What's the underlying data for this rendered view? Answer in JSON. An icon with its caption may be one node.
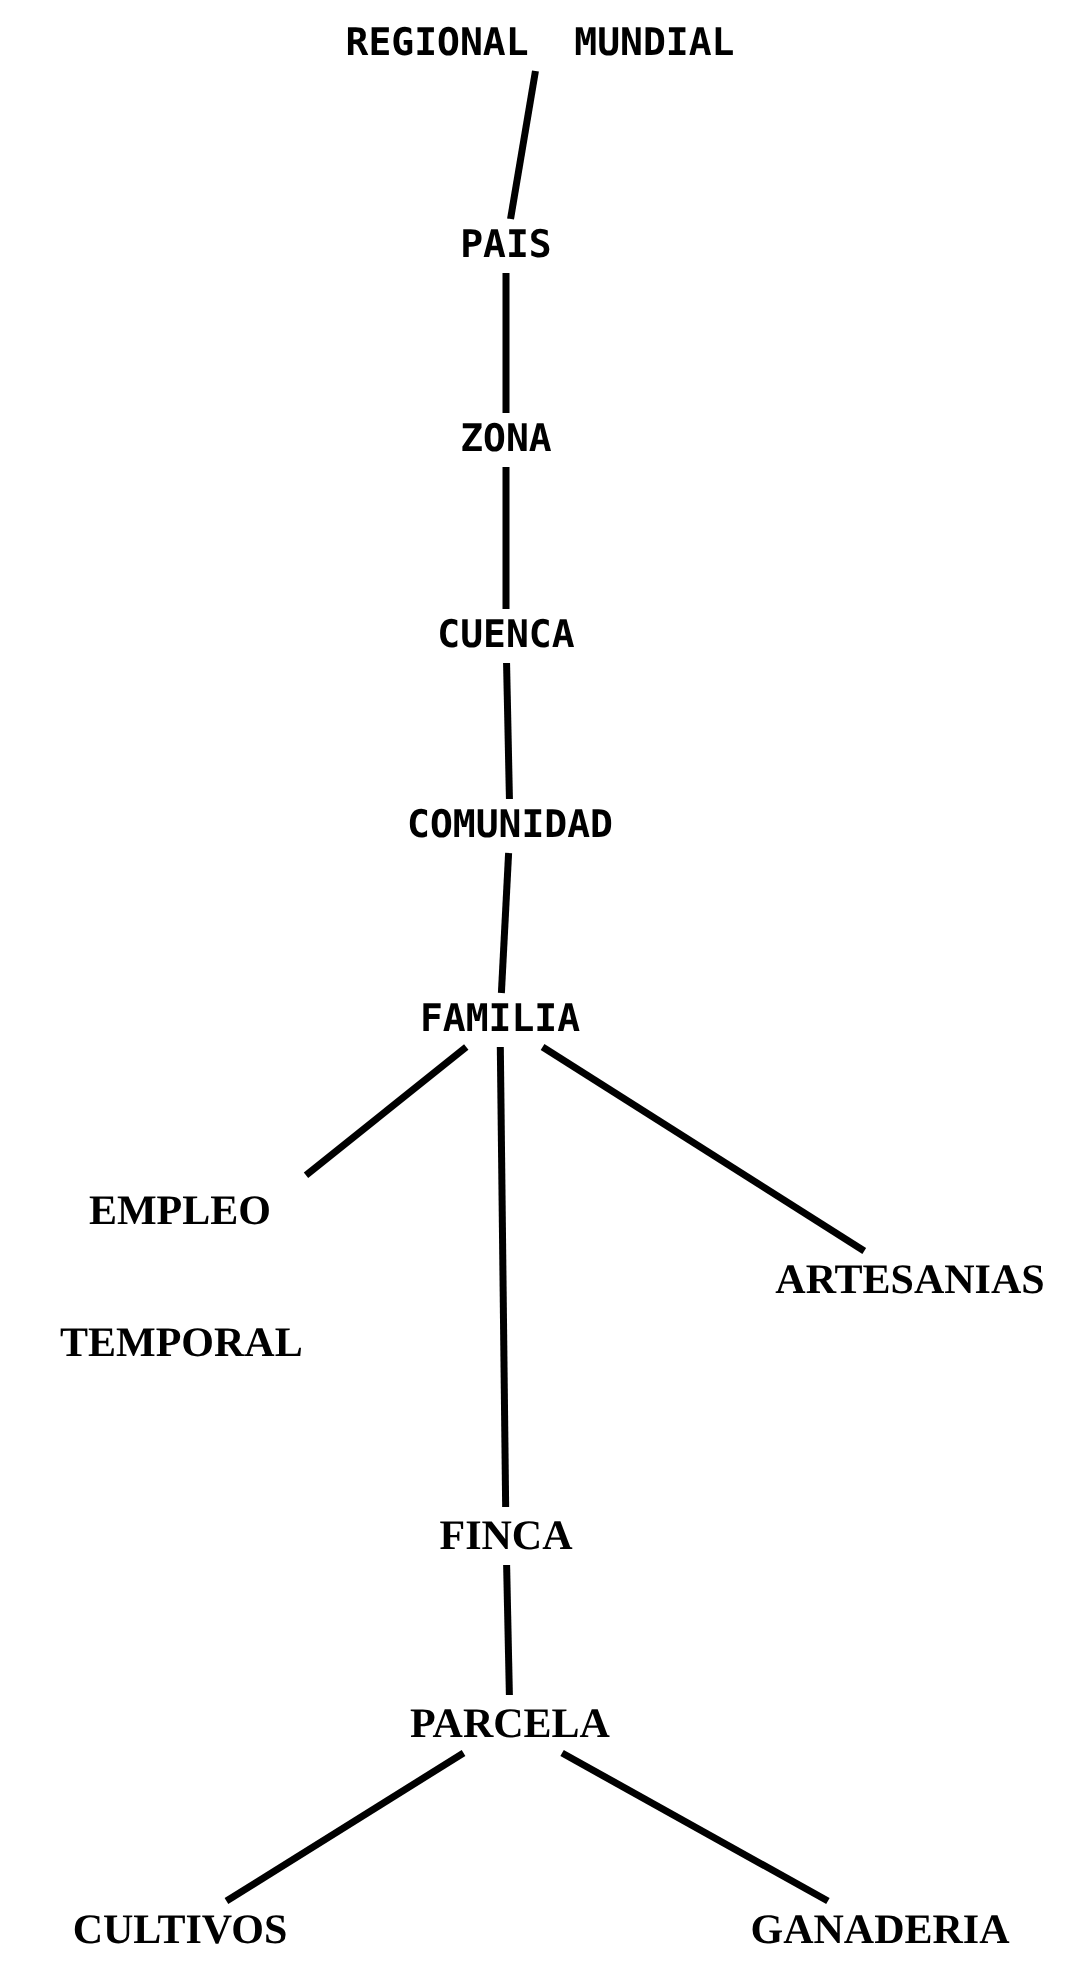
{
  "diagram": {
    "nodes": [
      {
        "text": [
          "REGIONAL  MUNDIAL"
        ]
      },
      {
        "text": [
          "PAIS"
        ]
      },
      {
        "text": [
          "ZONA"
        ]
      },
      {
        "text": [
          "CUENCA"
        ]
      },
      {
        "text": [
          "COMUNIDAD"
        ]
      },
      {
        "text": [
          "FAMILIA"
        ]
      },
      {
        "text": [
          "EMPLEO TEMPORAL"
        ]
      },
      {
        "text": [
          "ARTESANIAS"
        ]
      },
      {
        "text": [
          "FINCA"
        ]
      },
      {
        "text": [
          "PARCELA"
        ]
      },
      {
        "text": [
          "CULTIVOS"
        ]
      },
      {
        "text": [
          "GANADERIA"
        ]
      }
    ],
    "edges": [
      {
        "from": 0,
        "to": 1,
        "arrow": "none"
      },
      {
        "from": 1,
        "to": 2,
        "arrow": "none"
      },
      {
        "from": 2,
        "to": 3,
        "arrow": "none"
      },
      {
        "from": 3,
        "to": 4,
        "arrow": "none"
      },
      {
        "from": 4,
        "to": 5,
        "arrow": "none"
      },
      {
        "from": 5,
        "to": 6,
        "arrow": "none"
      },
      {
        "from": 5,
        "to": 7,
        "arrow": "none"
      },
      {
        "from": 5,
        "to": 8,
        "arrow": "none"
      },
      {
        "from": 8,
        "to": 9,
        "arrow": "none"
      },
      {
        "from": 9,
        "to": 10,
        "arrow": "none"
      },
      {
        "from": 9,
        "to": 11,
        "arrow": "none"
      }
    ]
  }
}
